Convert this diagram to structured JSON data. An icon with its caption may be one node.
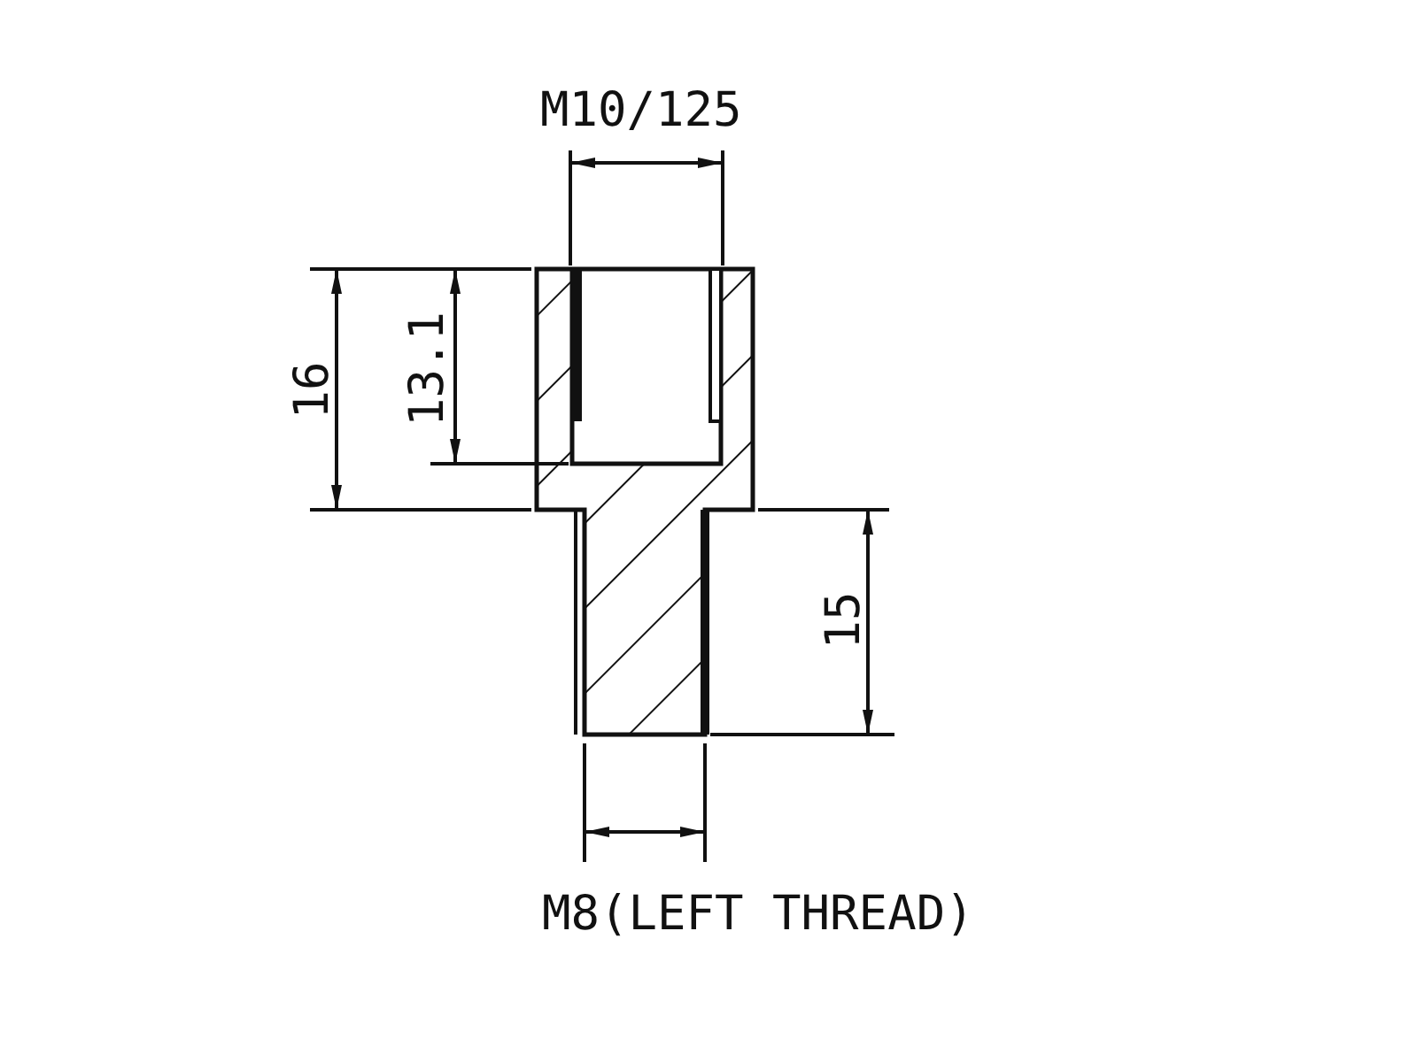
{
  "diagram": {
    "labels": [
      "M10/125",
      "16",
      "13.1",
      "15",
      "M8(LEFT THREAD)"
    ]
  }
}
